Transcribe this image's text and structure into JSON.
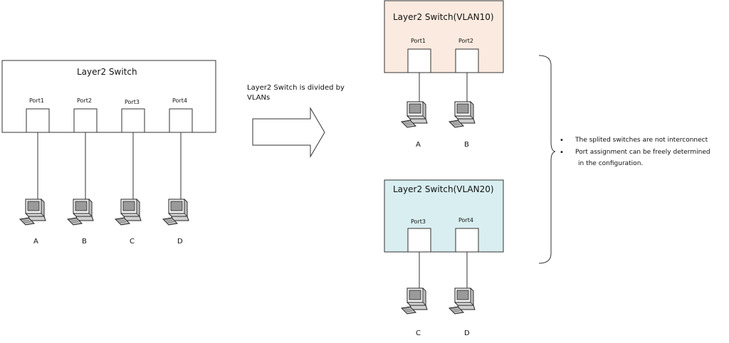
{
  "left_switch": {
    "title": "Layer2 Switch",
    "ports": [
      "Port1",
      "Port2",
      "Port3",
      "Port4"
    ],
    "pcs": [
      "A",
      "B",
      "C",
      "D"
    ]
  },
  "arrow_caption": "Layer2 Switch is divided by VLANs",
  "vlan10": {
    "title": "Layer2 Switch(VLAN10)",
    "ports": [
      "Port1",
      "Port2"
    ],
    "pcs": [
      "A",
      "B"
    ],
    "fill": "#fbeadf"
  },
  "vlan20": {
    "title": "Layer2 Switch(VLAN20)",
    "ports": [
      "Port3",
      "Port4"
    ],
    "pcs": [
      "C",
      "D"
    ],
    "fill": "#d8eef0"
  },
  "notes": {
    "items": [
      "The splited switches are not interconnect",
      "Port assignment can be freely determined"
    ],
    "continuation": "in the configuration."
  }
}
